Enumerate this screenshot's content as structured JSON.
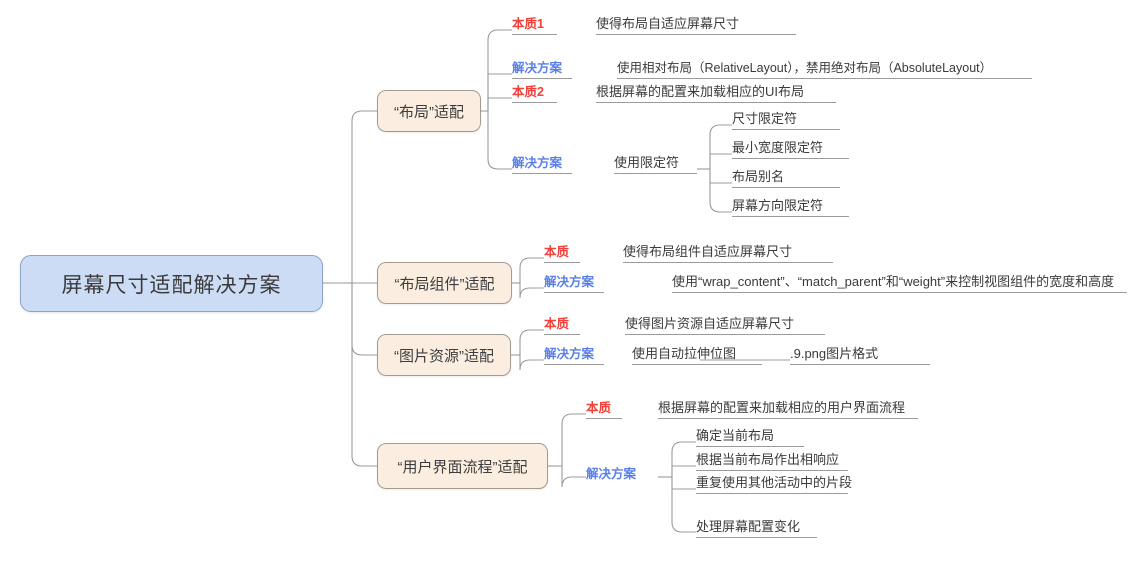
{
  "diagram": {
    "type": "mindmap",
    "title": "屏幕尺寸适配解决方案",
    "colors": {
      "root_fill": "#ccdcf5",
      "root_border": "#8ba3c7",
      "topic_fill": "#fbeddf",
      "topic_border": "#a49a90",
      "essence_label": "#f2403a",
      "solution_label": "#5b7fe8",
      "connector": "#9b9b9b",
      "text": "#3a3a3a",
      "background": "#ffffff"
    }
  },
  "root": {
    "label": "屏幕尺寸适配解决方案"
  },
  "branches": [
    {
      "id": "layout",
      "label": "“布局”适配",
      "children": [
        {
          "id": "b1-essence1",
          "kind": "label-red",
          "label": "本质1",
          "value": "使得布局自适应屏幕尺寸"
        },
        {
          "id": "b1-solution1",
          "kind": "label-blue",
          "label": "解决方案",
          "value": "使用相对布局（RelativeLayout），禁用绝对布局（AbsoluteLayout）"
        },
        {
          "id": "b1-essence2",
          "kind": "label-red",
          "label": "本质2",
          "value": "根据屏幕的配置来加载相应的UI布局"
        },
        {
          "id": "b1-solution2",
          "kind": "label-blue",
          "label": "解决方案",
          "value": "使用限定符",
          "children": [
            {
              "id": "b1-q1",
              "label": "尺寸限定符"
            },
            {
              "id": "b1-q2",
              "label": "最小宽度限定符"
            },
            {
              "id": "b1-q3",
              "label": "布局别名"
            },
            {
              "id": "b1-q4",
              "label": "屏幕方向限定符"
            }
          ]
        }
      ]
    },
    {
      "id": "layout-component",
      "label": "“布局组件”适配",
      "children": [
        {
          "id": "b2-essence",
          "kind": "label-red",
          "label": "本质",
          "value": "使得布局组件自适应屏幕尺寸"
        },
        {
          "id": "b2-solution",
          "kind": "label-blue",
          "label": "解决方案",
          "value": "使用“wrap_content”、“match_parent”和“weight”来控制视图组件的宽度和高度"
        }
      ]
    },
    {
      "id": "image-resource",
      "label": "“图片资源”适配",
      "children": [
        {
          "id": "b3-essence",
          "kind": "label-red",
          "label": "本质",
          "value": "使得图片资源自适应屏幕尺寸"
        },
        {
          "id": "b3-solution",
          "kind": "label-blue",
          "label": "解决方案",
          "value": "使用自动拉伸位图",
          "children": [
            {
              "id": "b3-leaf1",
              "label": ".9.png图片格式"
            }
          ]
        }
      ]
    },
    {
      "id": "ui-flow",
      "label": "“用户界面流程”适配",
      "children": [
        {
          "id": "b4-essence",
          "kind": "label-red",
          "label": "本质",
          "value": "根据屏幕的配置来加载相应的用户界面流程"
        },
        {
          "id": "b4-solution",
          "kind": "label-blue",
          "label": "解决方案",
          "value": "",
          "children": [
            {
              "id": "b4-s1",
              "label": "确定当前布局"
            },
            {
              "id": "b4-s2",
              "label": "根据当前布局作出相响应"
            },
            {
              "id": "b4-s3",
              "label": "重复使用其他活动中的片段"
            },
            {
              "id": "b4-s4",
              "label": "处理屏幕配置变化"
            }
          ]
        }
      ]
    }
  ]
}
